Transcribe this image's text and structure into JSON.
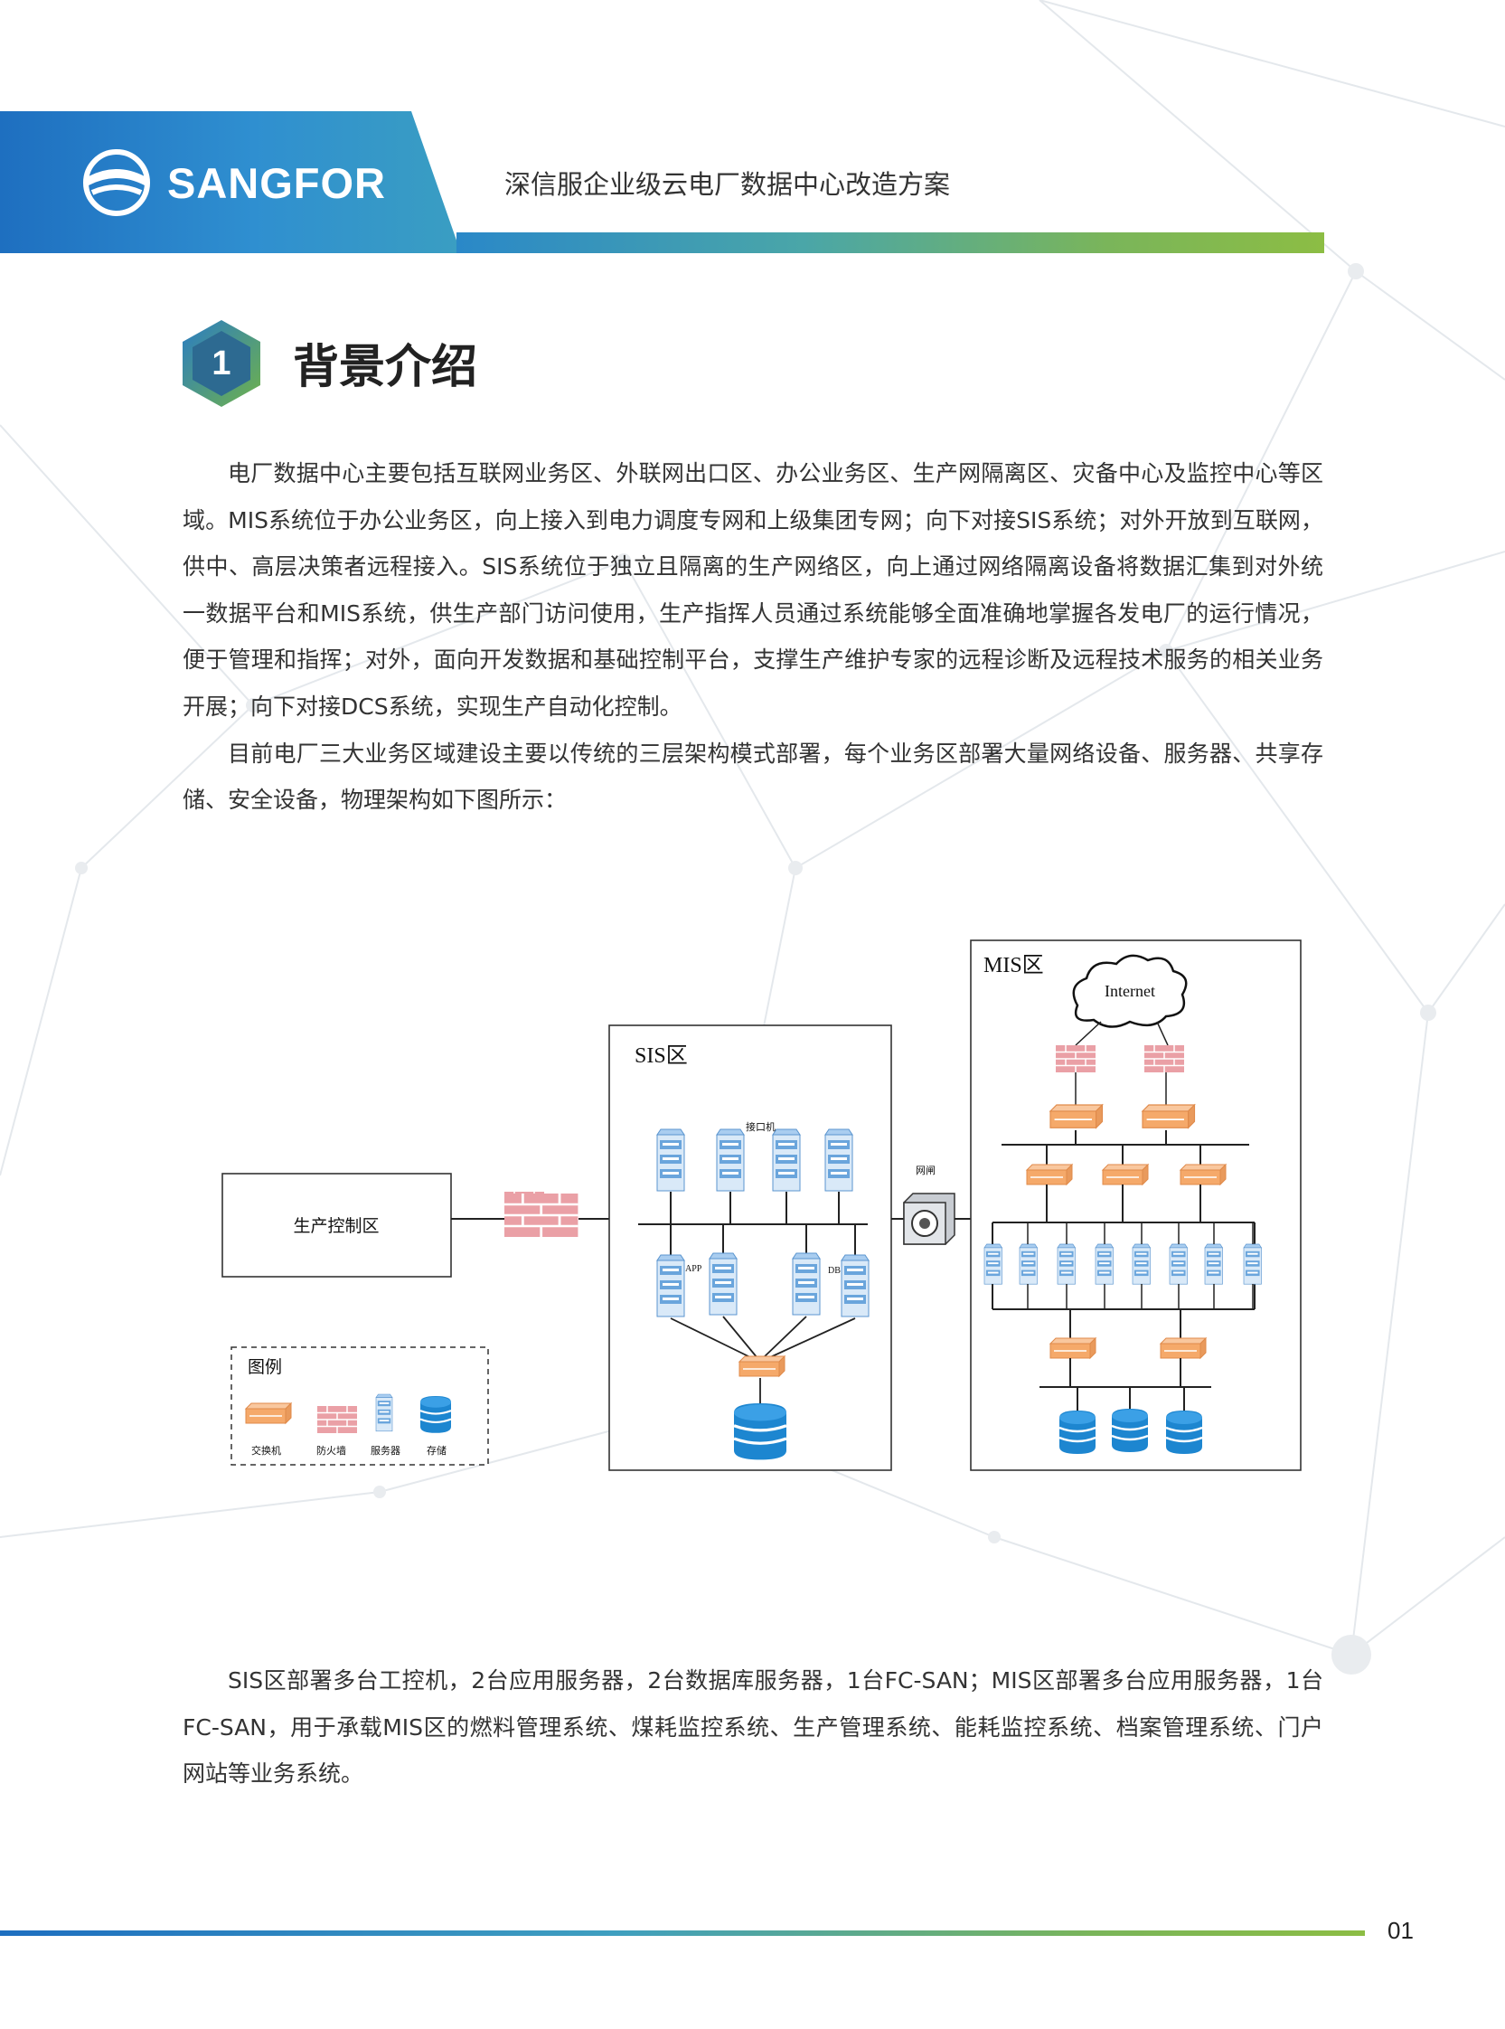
{
  "header": {
    "logo_text": "SANGFOR",
    "title": "深信服企业级云电厂数据中心改造方案"
  },
  "section": {
    "number": "1",
    "title": "背景介绍"
  },
  "paragraphs": {
    "p1": "电厂数据中心主要包括互联网业务区、外联网出口区、办公业务区、生产网隔离区、灾备中心及监控中心等区域。MIS系统位于办公业务区，向上接入到电力调度专网和上级集团专网；向下对接SIS系统；对外开放到互联网，供中、高层决策者远程接入。SIS系统位于独立且隔离的生产网络区，向上通过网络隔离设备将数据汇集到对外统一数据平台和MIS系统，供生产部门访问使用，生产指挥人员通过系统能够全面准确地掌握各发电厂的运行情况，便于管理和指挥；对外，面向开发数据和基础控制平台，支撑生产维护专家的远程诊断及远程技术服务的相关业务开展；向下对接DCS系统，实现生产自动化控制。",
    "p2": "目前电厂三大业务区域建设主要以传统的三层架构模式部署，每个业务区部署大量网络设备、服务器、共享存储、安全设备，物理架构如下图所示：",
    "p3": "SIS区部署多台工控机，2台应用服务器，2台数据库服务器，1台FC-SAN；MIS区部署多台应用服务器，1台FC-SAN，用于承载MIS区的燃料管理系统、煤耗监控系统、生产管理系统、能耗监控系统、档案管理系统、门户网站等业务系统。"
  },
  "diagram": {
    "production_zone": "生产控制区",
    "sis_zone": "SIS区",
    "mis_zone": "MIS区",
    "interface_label": "接口机",
    "app_label": "APP",
    "db_label": "DB",
    "gateway_label": "网闸",
    "internet_label": "Internet",
    "legend_title": "图例",
    "legend_switch": "交换机",
    "legend_firewall": "防火墙",
    "legend_server": "服务器",
    "legend_storage": "存储"
  },
  "colors": {
    "brand_blue": "#1e6fc0",
    "brand_green": "#8cbd44",
    "switch_orange": "#f5a96a",
    "firewall_red": "#e8808a",
    "server_blue": "#6aa5dc",
    "storage_blue": "#1d86d0"
  },
  "footer": {
    "page_number": "01"
  }
}
